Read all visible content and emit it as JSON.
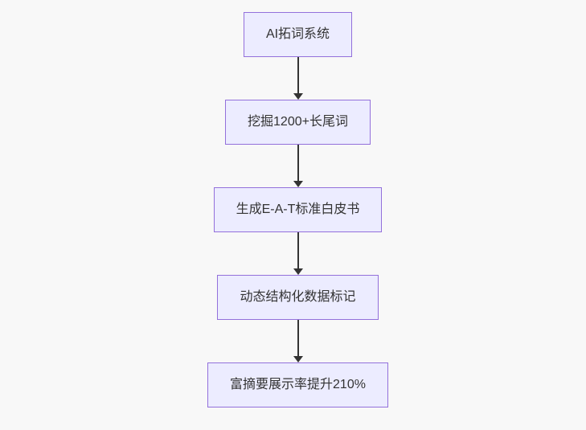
{
  "flowchart": {
    "type": "flowchart",
    "direction": "top-down",
    "nodes": [
      {
        "label": "AI拓词系统"
      },
      {
        "label": "挖掘1200+长尾词"
      },
      {
        "label": "生成E-A-T标准白皮书"
      },
      {
        "label": "动态结构化数据标记"
      },
      {
        "label": "富摘要展示率提升210%"
      }
    ],
    "edges": [
      {
        "from": 0,
        "to": 1,
        "style": "arrow-down"
      },
      {
        "from": 1,
        "to": 2,
        "style": "arrow-down"
      },
      {
        "from": 2,
        "to": 3,
        "style": "arrow-down"
      },
      {
        "from": 3,
        "to": 4,
        "style": "arrow-down"
      }
    ],
    "colors": {
      "background": "#f8f8f8",
      "node_fill": "#ececff",
      "node_border": "#9370db",
      "arrow": "#333333",
      "text": "#333333"
    }
  }
}
